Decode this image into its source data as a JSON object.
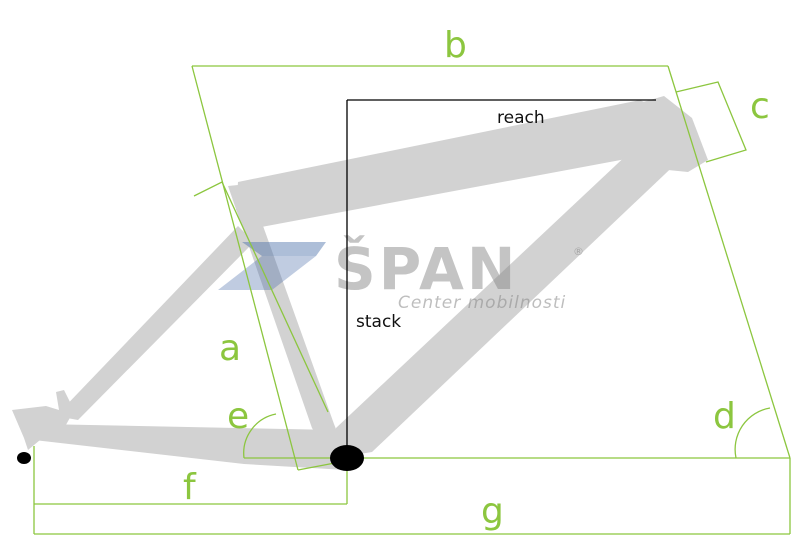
{
  "colors": {
    "dimension_green": "#8cc63f",
    "frame_gray": "#d2d2d2",
    "logo_blue": "#4a6ea8",
    "logo_gray": "#8a8a8a",
    "black": "#000000"
  },
  "labels": {
    "a": "a",
    "b": "b",
    "c": "c",
    "d": "d",
    "e": "e",
    "f": "f",
    "g": "g",
    "reach": "reach",
    "stack": "stack"
  },
  "watermark": {
    "name": "ŠPAN",
    "registered": "®",
    "tagline": "Center mobilnosti"
  }
}
